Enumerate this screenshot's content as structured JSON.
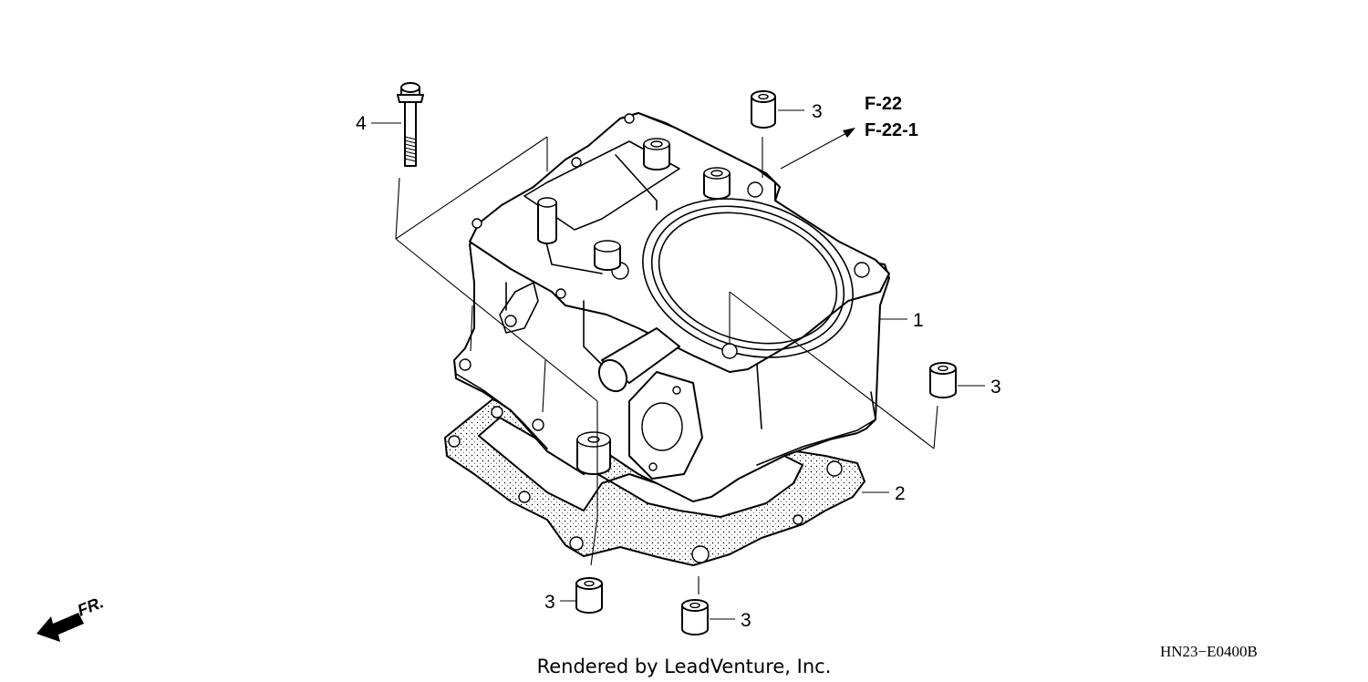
{
  "diagram": {
    "references": [
      "F-22",
      "F-22-1"
    ],
    "callouts": [
      {
        "id": "cylinder",
        "label": "1"
      },
      {
        "id": "gasket",
        "label": "2"
      },
      {
        "id": "dowel-top",
        "label": "3"
      },
      {
        "id": "dowel-right",
        "label": "3"
      },
      {
        "id": "dowel-bottom-left",
        "label": "3"
      },
      {
        "id": "dowel-bottom-right",
        "label": "3"
      },
      {
        "id": "bolt",
        "label": "4"
      }
    ],
    "direction_label": "FR.",
    "diagram_code": "HN23−E0400B"
  },
  "footer": {
    "credit": "Rendered by LeadVenture, Inc."
  },
  "icons": [
    "front-direction-arrow-icon"
  ]
}
